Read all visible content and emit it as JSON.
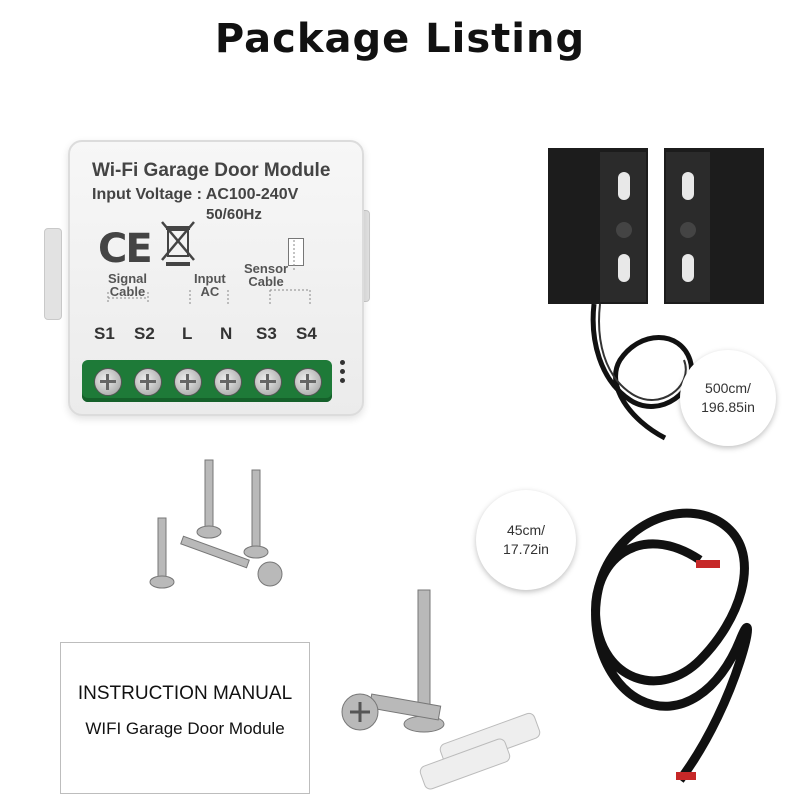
{
  "title": "Package Listing",
  "module": {
    "name": "Wi-Fi Garage Door Module",
    "input_voltage": "Input Voltage : AC100-240V",
    "frequency": "50/60Hz",
    "ce_mark": "CE",
    "labels": {
      "signal_cable": "Signal\nCable",
      "input_ac": "Input\nAC",
      "sensor_cable": "Sensor\nCable"
    },
    "terminals": [
      "S1",
      "S2",
      "L",
      "N",
      "S3",
      "S4"
    ],
    "terminal_color": "#1e7a38"
  },
  "sensor_cable_length": {
    "line1": "500cm/",
    "line2": "196.85in"
  },
  "wire_length": {
    "line1": "45cm/",
    "line2": "17.72in"
  },
  "manual": {
    "line1": "INSTRUCTION MANUAL",
    "line2": "WIFI Garage Door Module"
  }
}
